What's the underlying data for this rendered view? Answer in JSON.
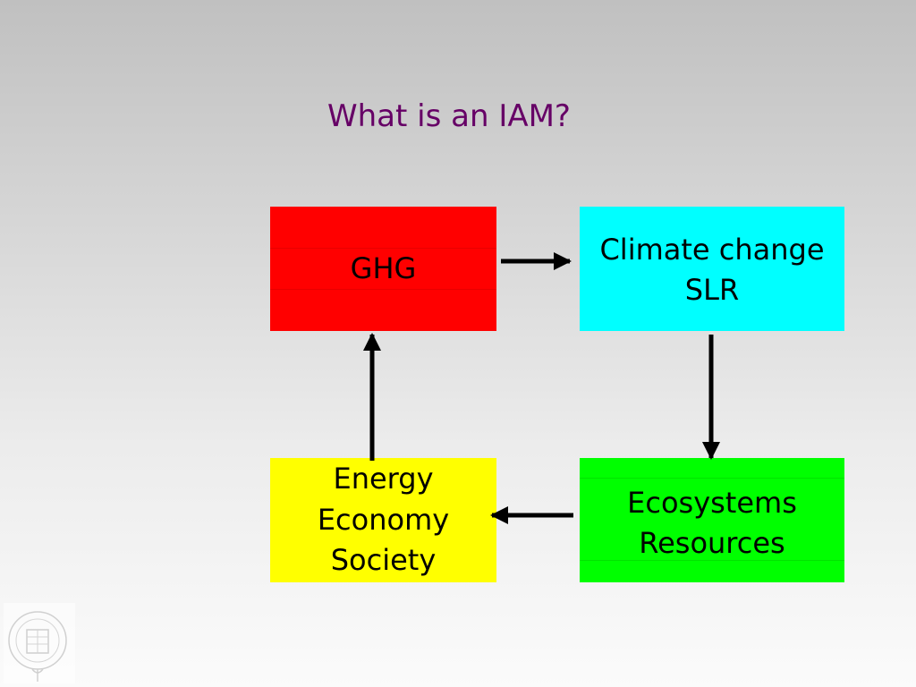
{
  "slide": {
    "title": "What is an IAM?"
  },
  "nodes": {
    "ghg": {
      "label": "GHG",
      "color": "#ff0000"
    },
    "climate": {
      "label": "Climate change\nSLR",
      "color": "#00ffff"
    },
    "ecosystems": {
      "label": "Ecosystems\nResources",
      "color": "#00ff00"
    },
    "energy": {
      "label": "Energy\nEconomy\nSociety",
      "color": "#ffff00"
    }
  },
  "edges": [
    {
      "from": "ghg",
      "to": "climate"
    },
    {
      "from": "climate",
      "to": "ecosystems"
    },
    {
      "from": "ecosystems",
      "to": "energy"
    },
    {
      "from": "energy",
      "to": "ghg"
    }
  ],
  "logo": {
    "icon": "university-seal-icon"
  }
}
